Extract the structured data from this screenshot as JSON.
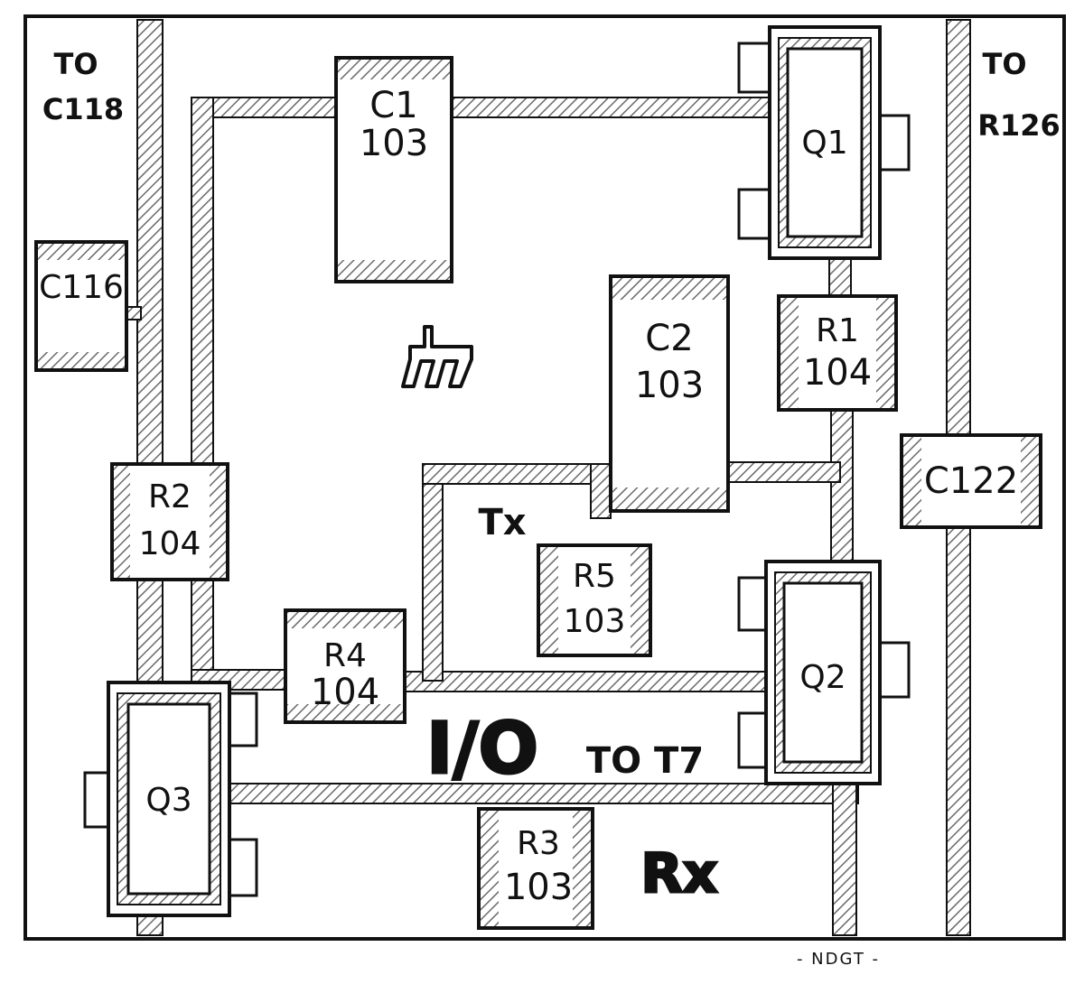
{
  "labels": {
    "to_c118": [
      "TO",
      "C118"
    ],
    "to_r126": [
      "TO",
      "R126"
    ],
    "c1": [
      "C1",
      "103"
    ],
    "c2": [
      "C2",
      "103"
    ],
    "c116": "C116",
    "c122": "C122",
    "q1": "Q1",
    "q2": "Q2",
    "q3": "Q3",
    "r1": [
      "R1",
      "104"
    ],
    "r2": [
      "R2",
      "104"
    ],
    "r3": [
      "R3",
      "103"
    ],
    "r4": [
      "R4",
      "104"
    ],
    "r5": [
      "R5",
      "103"
    ],
    "tx": "Tx",
    "rx": "Rx",
    "io": "I/O",
    "to_t7": "TO T7",
    "signature": "- NDGT -"
  },
  "icons": [
    "ground-symbol-icon"
  ],
  "colors": {
    "ink": "#111111",
    "hatch": "#6a6a6a",
    "paper": "#ffffff"
  }
}
